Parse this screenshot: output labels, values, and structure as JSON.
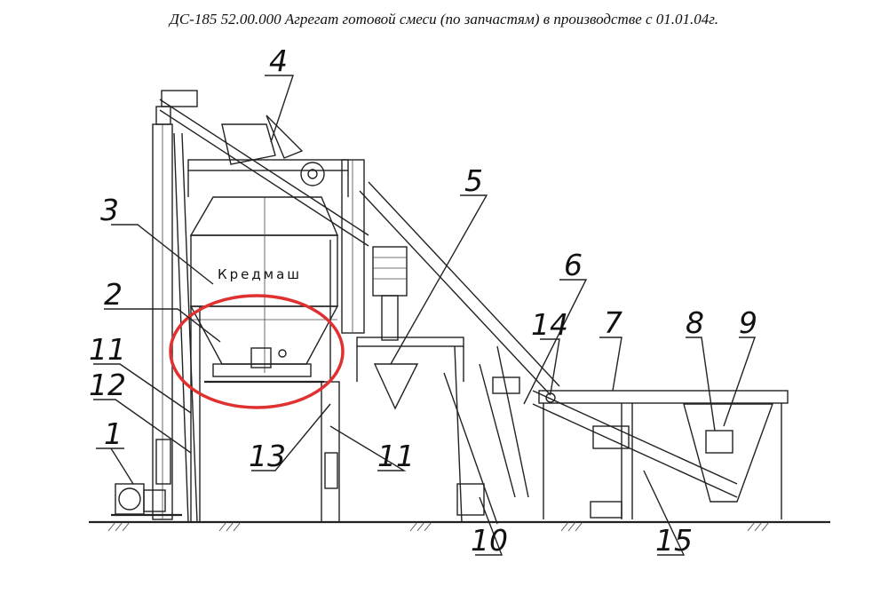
{
  "title": "ДС-185 52.00.000  Агрегат готовой смеси  (по запчастям) в производстве с 01.01.04г.",
  "brand_label": "Кредмаш",
  "highlight_color": "#e03030",
  "parts": [
    {
      "label": "1"
    },
    {
      "label": "2"
    },
    {
      "label": "3"
    },
    {
      "label": "4"
    },
    {
      "label": "5"
    },
    {
      "label": "6"
    },
    {
      "label": "7"
    },
    {
      "label": "8"
    },
    {
      "label": "9"
    },
    {
      "label": "10"
    },
    {
      "label": "11"
    },
    {
      "label": "11"
    },
    {
      "label": "12"
    },
    {
      "label": "13"
    },
    {
      "label": "14"
    },
    {
      "label": "15"
    }
  ]
}
